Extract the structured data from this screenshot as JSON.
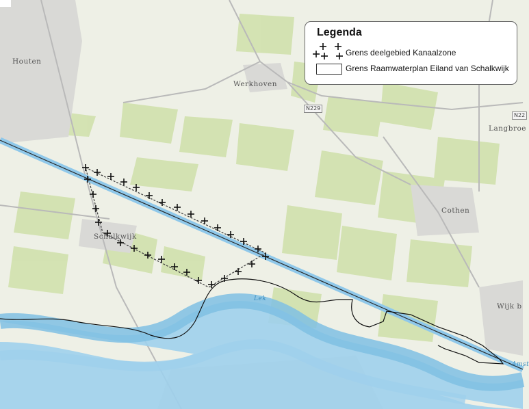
{
  "places": {
    "houten": "Houten",
    "werkhoven": "Werkhoven",
    "langbroek": "Langbroe",
    "cothen": "Cothen",
    "schalkwijk": "Schalkwijk",
    "lek": "Lek",
    "wijk": "Wijk b",
    "amsterdam_rijnkanaal": "Amst"
  },
  "roads": {
    "n229a": "N229",
    "n229b": "N22"
  },
  "legend": {
    "title": "Legenda",
    "item_kanaalzone": "Grens deelgebied Kanaalzone",
    "item_raamwaterplan": "Grens Raamwaterplan Eiland van Schalkwijk"
  },
  "colors": {
    "land": "#eef0e6",
    "fields": "#c9dca3",
    "water": "#9fd0ec",
    "canal": "#8fc8ea",
    "urban": "#d8d8d8",
    "boundary": "#111111"
  }
}
